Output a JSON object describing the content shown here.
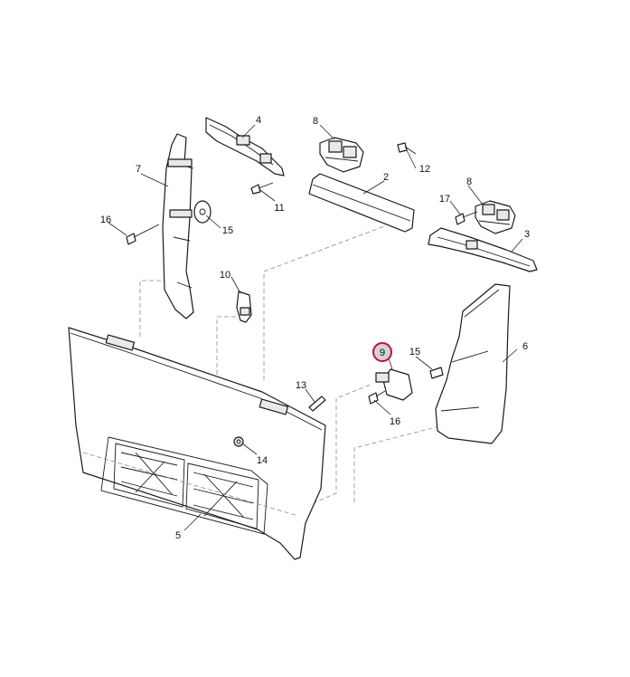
{
  "diagram": {
    "colors": {
      "line": "#1a1a1a",
      "shade": "#e9e9ea",
      "highlight_ring": "#c8102e",
      "highlight_fill": "#cfd4dc",
      "dashed_line": "#8a8a8a"
    },
    "highlighted_callout": "9",
    "callouts": {
      "c2": "2",
      "c3": "3",
      "c4": "4",
      "c5": "5",
      "c6": "6",
      "c7": "7",
      "c8a": "8",
      "c8b": "8",
      "c9": "9",
      "c10": "10",
      "c11": "11",
      "c12": "12",
      "c13": "13",
      "c14": "14",
      "c15a": "15",
      "c15b": "15",
      "c16a": "16",
      "c16b": "16",
      "c17": "17"
    }
  }
}
